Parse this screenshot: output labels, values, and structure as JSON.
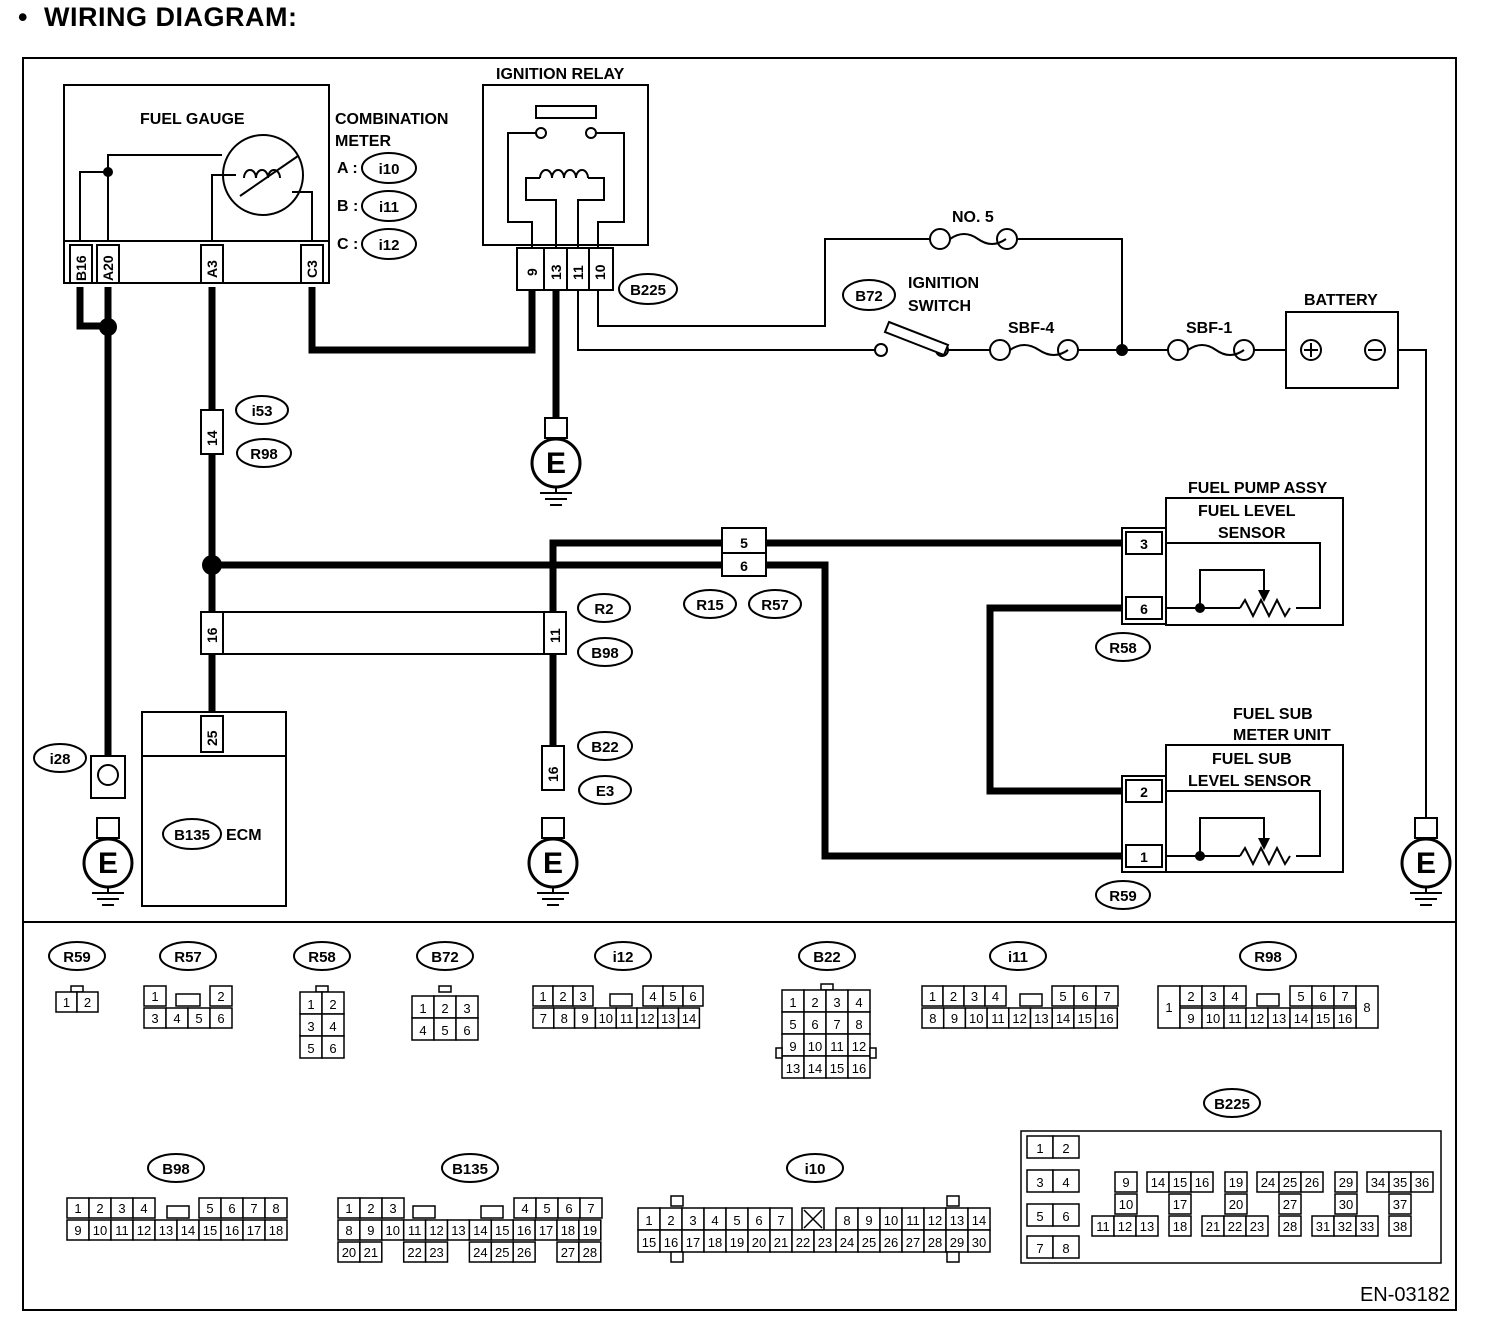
{
  "title": "WIRING DIAGRAM:",
  "title_bullet": "•",
  "document_code": "EN-03182",
  "components": {
    "fuel_gauge": "FUEL GAUGE",
    "combination_meter_line1": "COMBINATION",
    "combination_meter_line2": "METER",
    "ignition_relay": "IGNITION RELAY",
    "fuse_no5": "NO. 5",
    "ignition_switch_line1": "IGNITION",
    "ignition_switch_line2": "SWITCH",
    "sbf4": "SBF-4",
    "sbf1": "SBF-1",
    "battery": "BATTERY",
    "fuel_pump_assy": "FUEL PUMP ASSY",
    "fuel_level_sensor_line1": "FUEL LEVEL",
    "fuel_level_sensor_line2": "SENSOR",
    "fuel_sub_meter_line1": "FUEL SUB",
    "fuel_sub_meter_line2": "METER UNIT",
    "fuel_sub_level_line1": "FUEL SUB",
    "fuel_sub_level_line2": "LEVEL SENSOR",
    "ecm": "ECM",
    "ground": "E",
    "battery_plus": "+",
    "battery_minus": "−"
  },
  "meter_connectors": [
    {
      "prefix": "A :",
      "id": "i10"
    },
    {
      "prefix": "B :",
      "id": "i11"
    },
    {
      "prefix": "C :",
      "id": "i12"
    }
  ],
  "pins": {
    "b16": "B16",
    "a20": "A20",
    "a3": "A3",
    "c3": "C3",
    "relay": [
      "9",
      "13",
      "11",
      "10"
    ],
    "i53_14": "14",
    "r15_5": "5",
    "r15_6": "6",
    "r2_16": "16",
    "r2_11": "11",
    "ecm_25": "25",
    "b22_16": "16",
    "r58_3": "3",
    "r58_6": "6",
    "r59_2": "2",
    "r59_1": "1"
  },
  "tags": {
    "b225": "B225",
    "b72": "B72",
    "i53": "i53",
    "r98": "R98",
    "r15": "R15",
    "r57": "R57",
    "r2": "R2",
    "b98": "B98",
    "r58": "R58",
    "r59": "R59",
    "i28": "i28",
    "b135": "B135",
    "b22": "B22",
    "e3": "E3"
  },
  "connector_views": {
    "r59": {
      "tag": "R59",
      "rows": [
        [
          "1",
          "2"
        ]
      ]
    },
    "r57": {
      "tag": "R57",
      "rows": [
        [
          "1",
          "",
          "",
          "2"
        ],
        [
          "3",
          "4",
          "5",
          "6"
        ]
      ]
    },
    "r58": {
      "tag": "R58",
      "rows": [
        [
          "1",
          "2"
        ],
        [
          "3",
          "4"
        ],
        [
          "5",
          "6"
        ]
      ]
    },
    "b72": {
      "tag": "B72",
      "rows": [
        [
          "1",
          "2",
          "3"
        ],
        [
          "4",
          "5",
          "6"
        ]
      ]
    },
    "i12": {
      "tag": "i12",
      "rows": [
        [
          "1",
          "2",
          "3",
          "",
          "",
          "4",
          "5",
          "6"
        ],
        [
          "7",
          "8",
          "9",
          "10",
          "11",
          "12",
          "13",
          "14"
        ]
      ]
    },
    "b22": {
      "tag": "B22",
      "rows": [
        [
          "1",
          "2",
          "3",
          "4"
        ],
        [
          "5",
          "6",
          "7",
          "8"
        ],
        [
          "9",
          "10",
          "11",
          "12"
        ],
        [
          "13",
          "14",
          "15",
          "16"
        ]
      ]
    },
    "i11": {
      "tag": "i11",
      "rows": [
        [
          "1",
          "2",
          "3",
          "4",
          "",
          "",
          "5",
          "6",
          "7"
        ],
        [
          "8",
          "9",
          "10",
          "11",
          "12",
          "13",
          "14",
          "15",
          "16"
        ]
      ]
    },
    "r98": {
      "tag": "R98",
      "rows": [
        [
          "1",
          "2",
          "3",
          "4",
          "",
          "",
          "5",
          "6",
          "7",
          "8"
        ],
        [
          "9",
          "10",
          "11",
          "12",
          "13",
          "14",
          "15",
          "16"
        ]
      ]
    },
    "b98": {
      "tag": "B98",
      "rows": [
        [
          "1",
          "2",
          "3",
          "4",
          "",
          "",
          "5",
          "6",
          "7",
          "8"
        ],
        [
          "9",
          "10",
          "11",
          "12",
          "13",
          "14",
          "15",
          "16",
          "17",
          "18"
        ]
      ]
    },
    "b135": {
      "tag": "B135",
      "rows": [
        [
          "1",
          "2",
          "3",
          "",
          "",
          "",
          "",
          "",
          "4",
          "5",
          "6",
          "7"
        ],
        [
          "8",
          "9",
          "10",
          "11",
          "12",
          "13",
          "14",
          "15",
          "16",
          "17",
          "18",
          "19"
        ],
        [
          "20",
          "21",
          "",
          "22",
          "23",
          "",
          "24",
          "25",
          "26",
          "",
          "27",
          "28"
        ]
      ]
    },
    "i10": {
      "tag": "i10",
      "rows": [
        [
          "1",
          "2",
          "3",
          "4",
          "5",
          "6",
          "7",
          "",
          "8",
          "9",
          "10",
          "11",
          "12",
          "13",
          "14"
        ],
        [
          "15",
          "16",
          "17",
          "18",
          "19",
          "20",
          "21",
          "22",
          "23",
          "24",
          "25",
          "26",
          "27",
          "28",
          "29",
          "30"
        ]
      ]
    },
    "b225": {
      "tag": "B225",
      "rows": [
        [
          "1",
          "2"
        ],
        [
          "3",
          "4"
        ],
        [
          "5",
          "6"
        ],
        [
          "7",
          "8"
        ],
        [
          "9",
          "10",
          "11",
          "12",
          "13"
        ],
        [
          "14",
          "15",
          "16",
          "17",
          "18"
        ],
        [
          "19",
          "20",
          "21",
          "22",
          "23"
        ],
        [
          "24",
          "25",
          "26",
          "27",
          "28"
        ],
        [
          "29",
          "30",
          "31",
          "32",
          "33"
        ],
        [
          "34",
          "35",
          "36",
          "37",
          "38"
        ]
      ]
    }
  },
  "colors": {
    "line": "#000000",
    "background": "#ffffff"
  }
}
